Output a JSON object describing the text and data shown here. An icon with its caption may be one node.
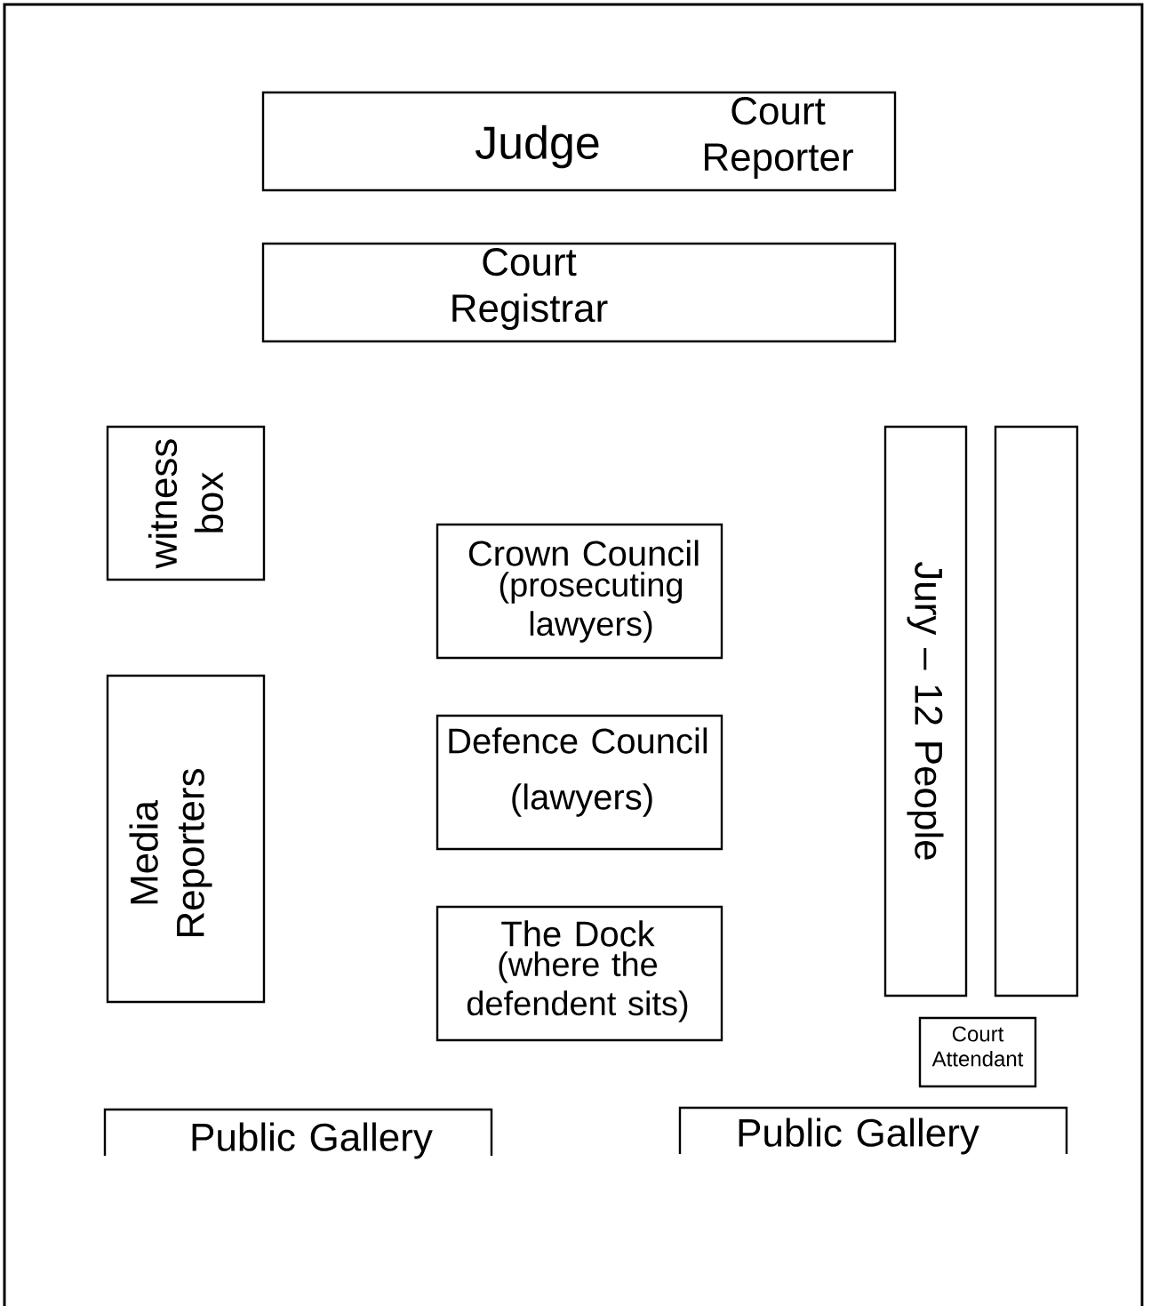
{
  "diagram": {
    "nodes": [
      {
        "text": [
          "Judge",
          "Court Reporter"
        ]
      },
      {
        "text": [
          "Court Registrar"
        ]
      },
      {
        "text": [
          "witness box"
        ]
      },
      {
        "text": [
          "Jury – 12 People"
        ]
      },
      {
        "text": [],
        "shape": "box"
      },
      {
        "text": [
          "Crown Council",
          "(prosecuting lawyers)"
        ]
      },
      {
        "text": [
          "Media Reporters"
        ]
      },
      {
        "text": [
          "Defence Council",
          "(lawyers)"
        ]
      },
      {
        "text": [
          "The Dock",
          "(where the defendent sits)"
        ]
      },
      {
        "text": [
          "Court Attendant"
        ]
      },
      {
        "text": [
          "Public Gallery"
        ]
      },
      {
        "text": [
          "Public Gallery"
        ]
      }
    ]
  }
}
